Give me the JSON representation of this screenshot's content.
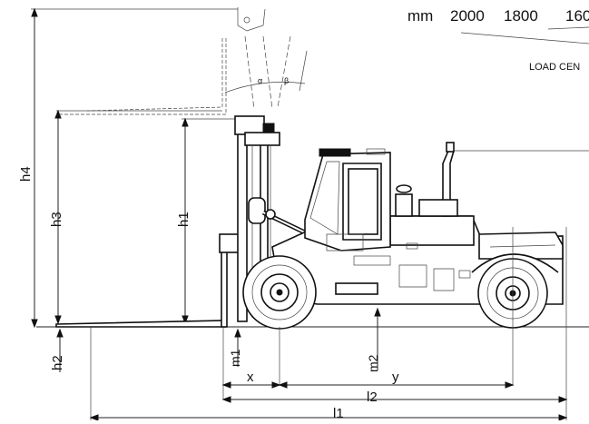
{
  "header": {
    "unit": "mm",
    "load_centers": [
      "2000",
      "1800",
      "160"
    ],
    "load_center_label": "LOAD CEN"
  },
  "dimensions": {
    "h4": "h4",
    "h3": "h3",
    "h1": "h1",
    "h2": "h2",
    "m1": "m1",
    "m2": "m2",
    "x": "x",
    "y": "y",
    "l2": "l2",
    "l1": "l1",
    "alpha": "α",
    "beta": "β"
  }
}
